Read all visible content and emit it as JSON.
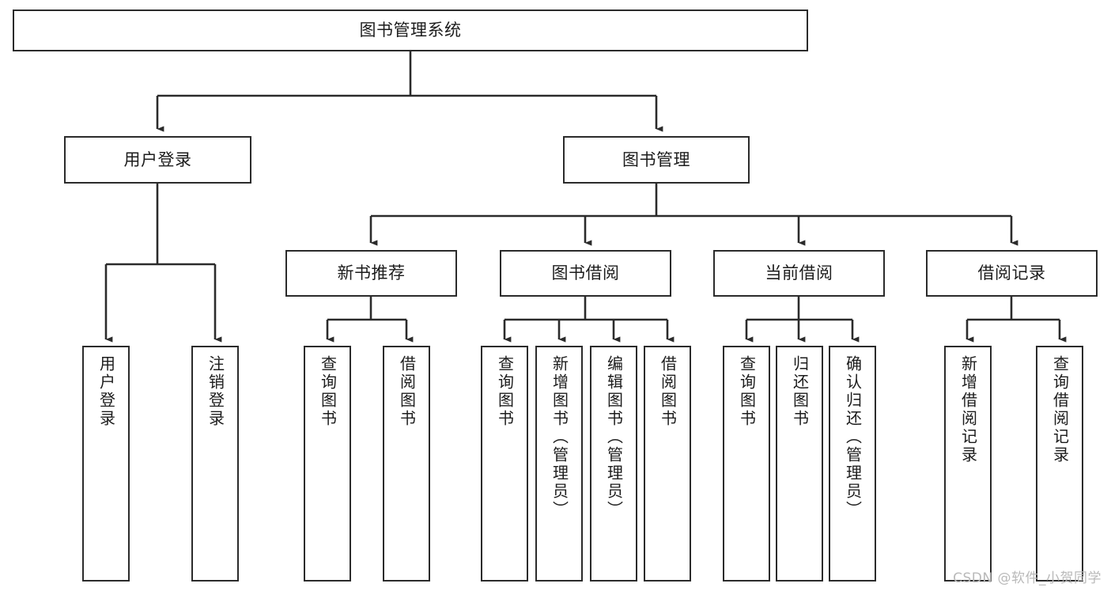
{
  "diagram": {
    "title": "图书管理系统",
    "type": "functional-structure-tree",
    "colors": {
      "box_border": "#2b2b2b",
      "box_fill": "#ffffff",
      "connector": "#2b2b2b",
      "text": "#1c1c1c",
      "watermark": "#b9b9b9",
      "background": "#ffffff"
    },
    "nodes": {
      "root": {
        "label": "图书管理系统",
        "orientation": "horizontal"
      },
      "level2": [
        {
          "id": "user-login",
          "label": "用户登录",
          "orientation": "horizontal"
        },
        {
          "id": "book-management",
          "label": "图书管理",
          "orientation": "horizontal"
        }
      ],
      "level3": [
        {
          "id": "new-book-recommend",
          "label": "新书推荐",
          "orientation": "horizontal"
        },
        {
          "id": "book-borrow",
          "label": "图书借阅",
          "orientation": "horizontal"
        },
        {
          "id": "current-borrow",
          "label": "当前借阅",
          "orientation": "horizontal"
        },
        {
          "id": "borrow-record",
          "label": "借阅记录",
          "orientation": "horizontal"
        }
      ],
      "leaves": [
        {
          "id": "leaf-user-login",
          "label": "用户登录",
          "parent": "user-login",
          "orientation": "vertical"
        },
        {
          "id": "leaf-logout-login",
          "label": "注销登录",
          "parent": "user-login",
          "orientation": "vertical"
        },
        {
          "id": "leaf-query-book-1",
          "label": "查询图书",
          "parent": "new-book-recommend",
          "orientation": "vertical"
        },
        {
          "id": "leaf-borrow-book-1",
          "label": "借阅图书",
          "parent": "new-book-recommend",
          "orientation": "vertical"
        },
        {
          "id": "leaf-query-book-2",
          "label": "查询图书",
          "parent": "book-borrow",
          "orientation": "vertical"
        },
        {
          "id": "leaf-add-book",
          "label": "新增图书（管理员）",
          "parent": "book-borrow",
          "orientation": "vertical"
        },
        {
          "id": "leaf-edit-book",
          "label": "编辑图书（管理员）",
          "parent": "book-borrow",
          "orientation": "vertical"
        },
        {
          "id": "leaf-borrow-book-2",
          "label": "借阅图书",
          "parent": "book-borrow",
          "orientation": "vertical"
        },
        {
          "id": "leaf-query-book-3",
          "label": "查询图书",
          "parent": "current-borrow",
          "orientation": "vertical"
        },
        {
          "id": "leaf-return-book",
          "label": "归还图书",
          "parent": "current-borrow",
          "orientation": "vertical"
        },
        {
          "id": "leaf-confirm-return",
          "label": "确认归还（管理员）",
          "parent": "current-borrow",
          "orientation": "vertical"
        },
        {
          "id": "leaf-add-record",
          "label": "新增借阅记录",
          "parent": "borrow-record",
          "orientation": "vertical"
        },
        {
          "id": "leaf-query-record",
          "label": "查询借阅记录",
          "parent": "borrow-record",
          "orientation": "vertical"
        }
      ]
    },
    "watermark": "CSDN @软件_小贺同学"
  }
}
